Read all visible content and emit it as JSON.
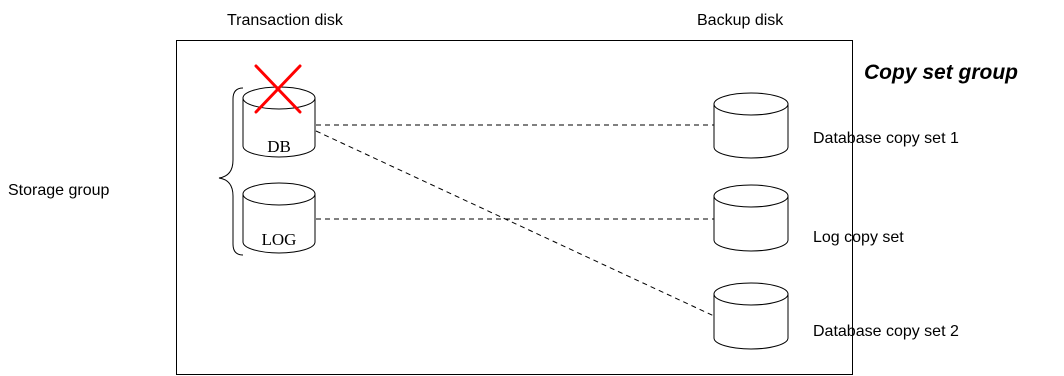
{
  "column_headers": {
    "transaction": "Transaction disk",
    "backup": "Backup disk"
  },
  "group_title": "Copy set group",
  "storage_group_label": "Storage group",
  "transaction_disks": [
    {
      "id": "db",
      "label": "DB",
      "failed": true
    },
    {
      "id": "log",
      "label": "LOG",
      "failed": false
    }
  ],
  "copy_sets": [
    {
      "id": "db-copy-1",
      "label": "Database copy set 1"
    },
    {
      "id": "log-copy",
      "label": "Log copy set"
    },
    {
      "id": "db-copy-2",
      "label": "Database copy set 2"
    }
  ],
  "links": [
    {
      "from": "db",
      "to": "db-copy-1"
    },
    {
      "from": "log",
      "to": "log-copy"
    },
    {
      "from": "db",
      "to": "db-copy-2"
    }
  ],
  "colors": {
    "failure_mark": "#ff0000",
    "line": "#000000",
    "background": "#ffffff"
  },
  "icons": {
    "failure": "x-mark-icon",
    "disk": "cylinder-disk-icon"
  }
}
